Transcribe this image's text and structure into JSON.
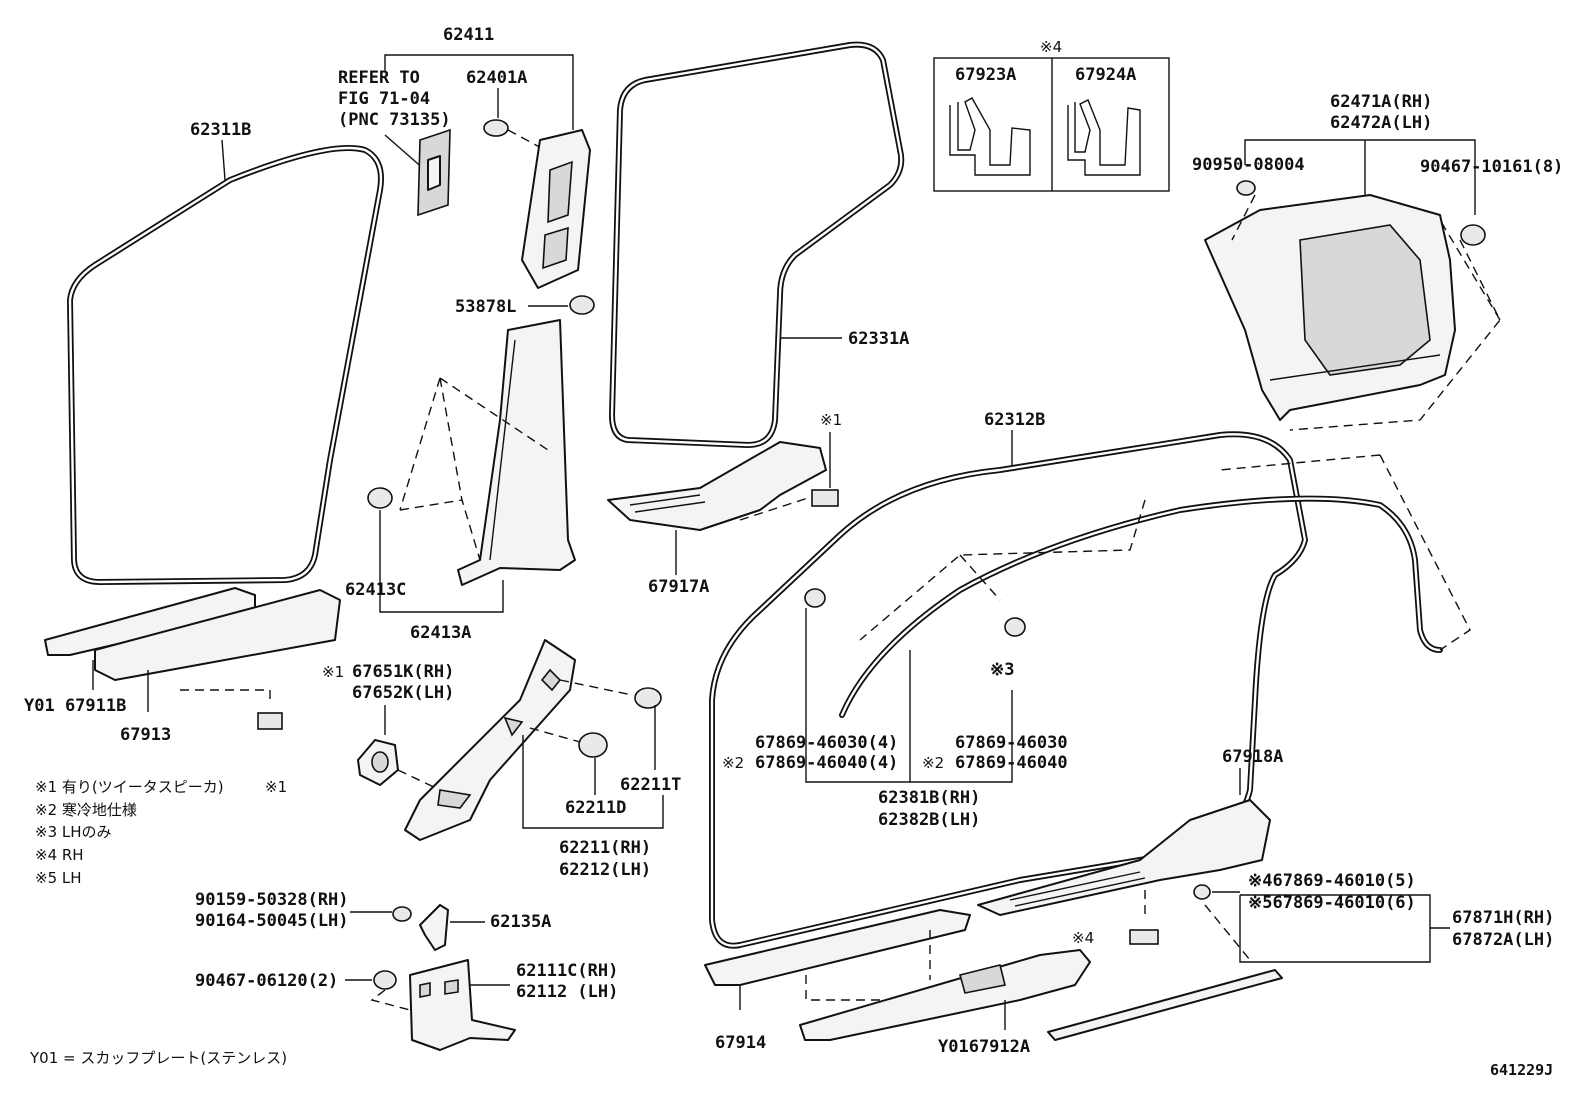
{
  "diagram": {
    "labels": {
      "p62411": "62411",
      "refer1": "REFER TO",
      "refer2": "FIG 71-04",
      "refer3": "(PNC 73135)",
      "p62401A": "62401A",
      "p62311B": "62311B",
      "p53878L": "53878L",
      "p62413C": "62413C",
      "p62413A": "62413A",
      "p67911B": "Y01 67911B",
      "p67913": "67913",
      "p67651K_rh": "67651K(RH)",
      "p67652K_lh": "67652K(LH)",
      "mark1_a": "※1",
      "mark1_b": "※1",
      "mark1_c": "※1",
      "p62211T": "62211T",
      "p62211D": "62211D",
      "p62211_rh": "62211(RH)",
      "p62212_lh": "62212(LH)",
      "p90159": "90159-50328(RH)",
      "p90164": "90164-50045(LH)",
      "p62135A": "62135A",
      "p90467_06120": "90467-06120(2)",
      "p62111C": "62111C(RH)",
      "p62112": "62112 (LH)",
      "mark4_top": "※4",
      "p67923A": "67923A",
      "p67924A": "67924A",
      "p62331A": "62331A",
      "p67917A": "67917A",
      "p62312B": "62312B",
      "p62471A": "62471A(RH)",
      "p62472A": "62472A(LH)",
      "p90950": "90950-08004",
      "p90467_10161": "90467-10161(8)",
      "mark3": "※3",
      "l46030_4": "67869-46030(4)",
      "l46040_4": "67869-46040(4)",
      "mark2_a": "※2",
      "r46030": "67869-46030",
      "r46040": "67869-46040",
      "mark2_b": "※2",
      "p62381B": "62381B(RH)",
      "p62382B": "62382B(LH)",
      "p67918A": "67918A",
      "n46010_5": "※467869-46010(5)",
      "n46010_6": "※567869-46010(6)",
      "p67871H": "67871H(RH)",
      "p67872A": "67872A(LH)",
      "mark4_bottom": "※4",
      "p67914": "67914",
      "p67912A": "Y0167912A",
      "code": "641229J"
    },
    "notes": [
      "※1 有り(ツイータスピーカ)",
      "※2 寒冷地仕様",
      "※3 LHのみ",
      "※4 RH",
      "※5 LH"
    ],
    "footer_note": "Y01 = スカッフプレート(ステンレス)"
  }
}
